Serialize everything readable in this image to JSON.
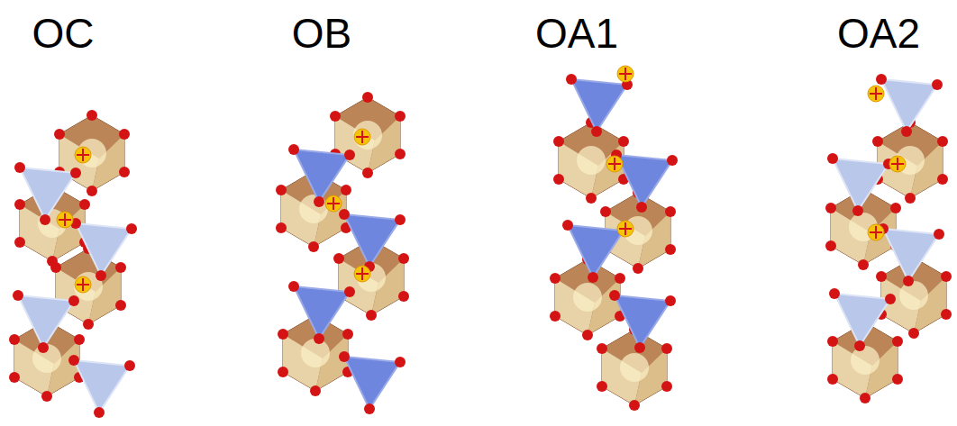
{
  "diagram": {
    "labels": [
      "OC",
      "OB",
      "OA1",
      "OA2"
    ]
  }
}
